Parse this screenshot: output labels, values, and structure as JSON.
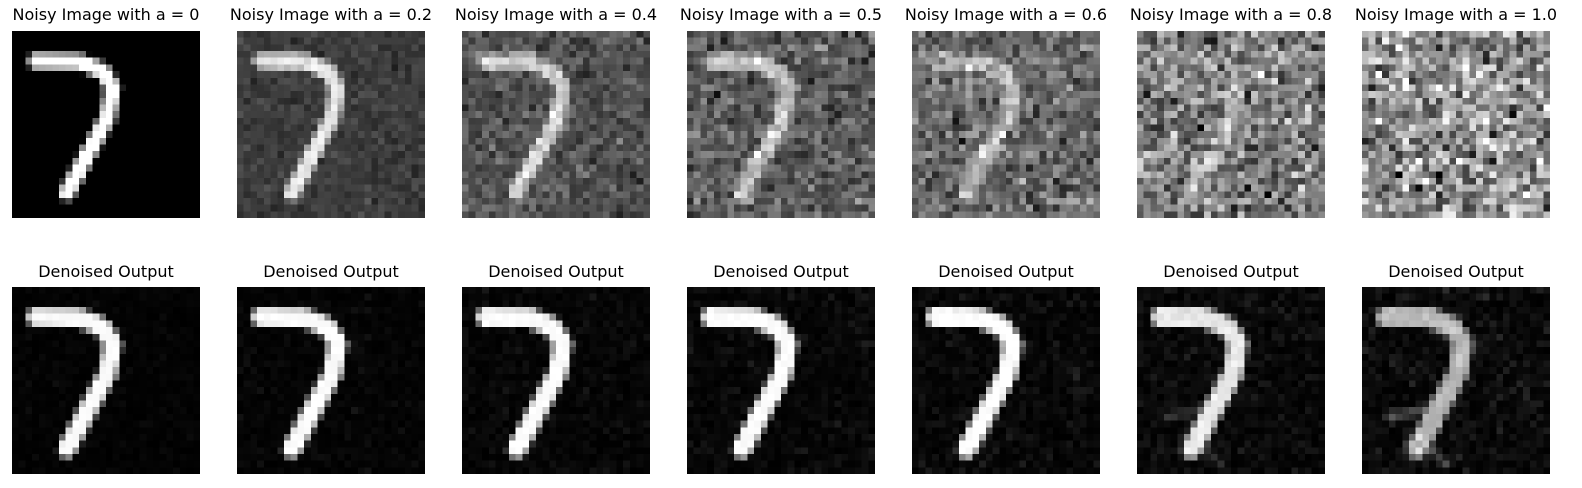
{
  "figure": {
    "rows": [
      {
        "row": "noisy",
        "panels": [
          {
            "title": "Noisy Image with a = 0",
            "a": 0.0
          },
          {
            "title": "Noisy Image with a = 0.2",
            "a": 0.2
          },
          {
            "title": "Noisy Image with a = 0.4",
            "a": 0.4
          },
          {
            "title": "Noisy Image with a = 0.5",
            "a": 0.5
          },
          {
            "title": "Noisy Image with a = 0.6",
            "a": 0.6
          },
          {
            "title": "Noisy Image with a = 0.8",
            "a": 0.8
          },
          {
            "title": "Noisy Image with a = 1.0",
            "a": 1.0
          }
        ]
      },
      {
        "row": "denoised",
        "panels": [
          {
            "title": "Denoised Output",
            "a": 0.0
          },
          {
            "title": "Denoised Output",
            "a": 0.2
          },
          {
            "title": "Denoised Output",
            "a": 0.4
          },
          {
            "title": "Denoised Output",
            "a": 0.5
          },
          {
            "title": "Denoised Output",
            "a": 0.6
          },
          {
            "title": "Denoised Output",
            "a": 0.8
          },
          {
            "title": "Denoised Output",
            "a": 1.0
          }
        ]
      }
    ]
  },
  "colors": {
    "background": "#ffffff",
    "text": "#000000"
  }
}
